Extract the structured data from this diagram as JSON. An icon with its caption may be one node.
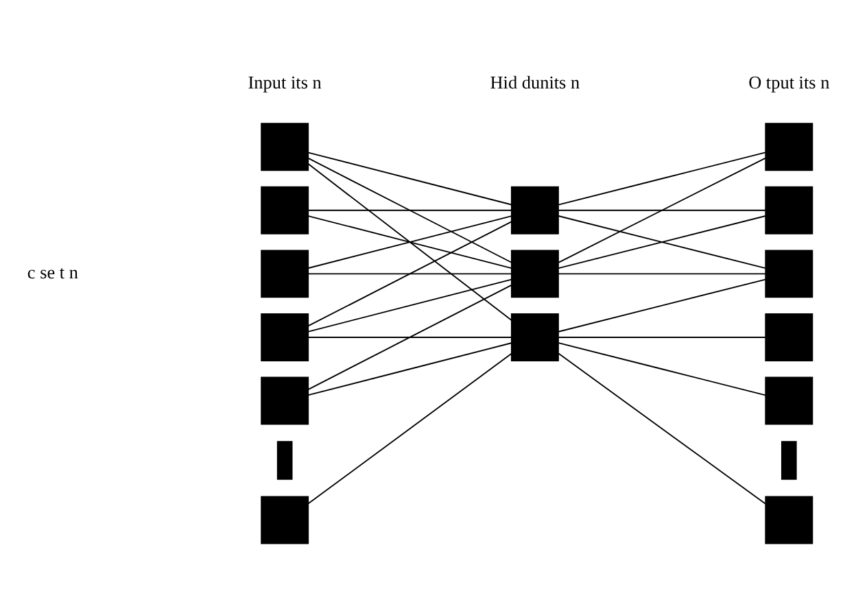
{
  "diagram": {
    "nodes": [
      {
        "text": [],
        "shape": "box"
      },
      {
        "text": [],
        "shape": "box"
      },
      {
        "text": [],
        "shape": "box"
      },
      {
        "text": [],
        "shape": "box"
      },
      {
        "text": [],
        "shape": "box"
      },
      {
        "text": [],
        "shape": "bar"
      },
      {
        "text": [],
        "shape": "box"
      },
      {
        "text": [],
        "shape": "box"
      },
      {
        "text": [],
        "shape": "box"
      },
      {
        "text": [],
        "shape": "box"
      },
      {
        "text": [],
        "shape": "box"
      },
      {
        "text": [],
        "shape": "box"
      },
      {
        "text": [],
        "shape": "box"
      },
      {
        "text": [],
        "shape": "box"
      },
      {
        "text": [],
        "shape": "box"
      },
      {
        "text": [],
        "shape": "bar"
      },
      {
        "text": [],
        "shape": "box"
      }
    ],
    "edges": [
      {
        "from": 0,
        "to": 7,
        "arrow": "none"
      },
      {
        "from": 0,
        "to": 8,
        "arrow": "none"
      },
      {
        "from": 0,
        "to": 9,
        "arrow": "none"
      },
      {
        "from": 1,
        "to": 7,
        "arrow": "none"
      },
      {
        "from": 1,
        "to": 8,
        "arrow": "none"
      },
      {
        "from": 2,
        "to": 7,
        "arrow": "none"
      },
      {
        "from": 2,
        "to": 8,
        "arrow": "none"
      },
      {
        "from": 3,
        "to": 7,
        "arrow": "none"
      },
      {
        "from": 3,
        "to": 8,
        "arrow": "none"
      },
      {
        "from": 3,
        "to": 9,
        "arrow": "none"
      },
      {
        "from": 4,
        "to": 8,
        "arrow": "none"
      },
      {
        "from": 4,
        "to": 9,
        "arrow": "none"
      },
      {
        "from": 6,
        "to": 9,
        "arrow": "none"
      },
      {
        "from": 7,
        "to": 10,
        "arrow": "none"
      },
      {
        "from": 7,
        "to": 11,
        "arrow": "none"
      },
      {
        "from": 7,
        "to": 12,
        "arrow": "none"
      },
      {
        "from": 8,
        "to": 10,
        "arrow": "none"
      },
      {
        "from": 8,
        "to": 11,
        "arrow": "none"
      },
      {
        "from": 8,
        "to": 12,
        "arrow": "none"
      },
      {
        "from": 9,
        "to": 12,
        "arrow": "none"
      },
      {
        "from": 9,
        "to": 13,
        "arrow": "none"
      },
      {
        "from": 9,
        "to": 14,
        "arrow": "none"
      },
      {
        "from": 9,
        "to": 16,
        "arrow": "none"
      }
    ],
    "labels": [
      "Input its n",
      "O tput its n",
      "Hid dunits n",
      "c se t n"
    ]
  }
}
